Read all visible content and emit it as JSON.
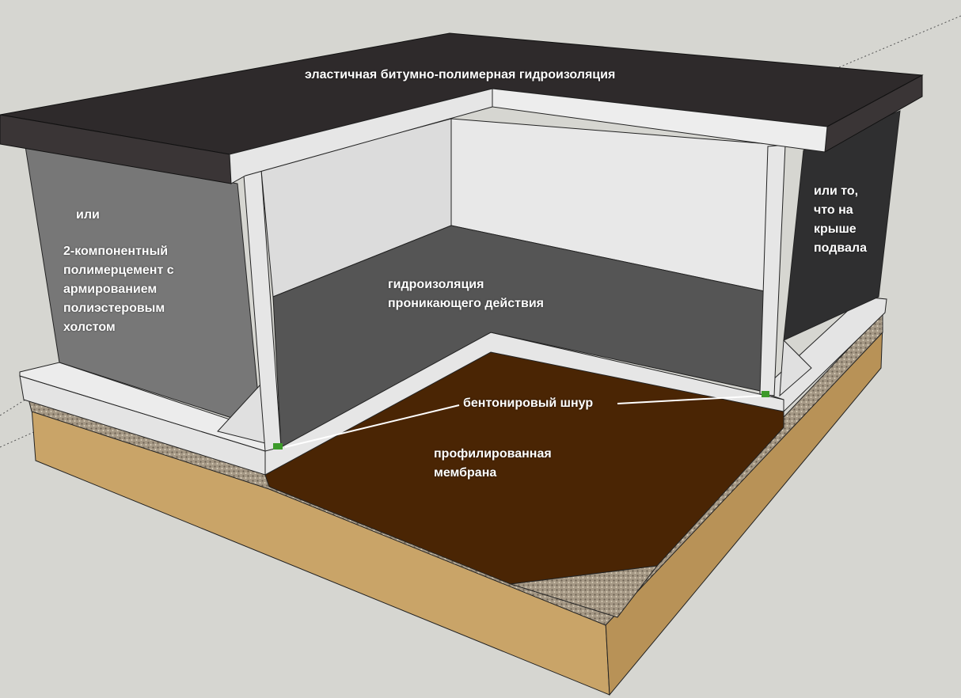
{
  "labels": {
    "roof": "эластичная битумно-полимерная гидроизоляция",
    "or_left": "или",
    "left_wall": "2-компонентный\nполимерцемент с\nармированием\nполиэстеровым\nхолстом",
    "inner": "гидроизоляция\nпроникающего действия",
    "right_wall": "или то,\nчто на\nкрыше\nподвала",
    "cord": "бентонировый шнур",
    "membrane": "профилированная\nмембрана"
  },
  "colors": {
    "background": "#d6d6d1",
    "roof": "#2e2a2b",
    "concrete": "#e2e2e2",
    "wall_dark": "#555555",
    "membrane": "#4a2504",
    "sand": "#c9a468",
    "gravel": "#9c8f7c"
  }
}
